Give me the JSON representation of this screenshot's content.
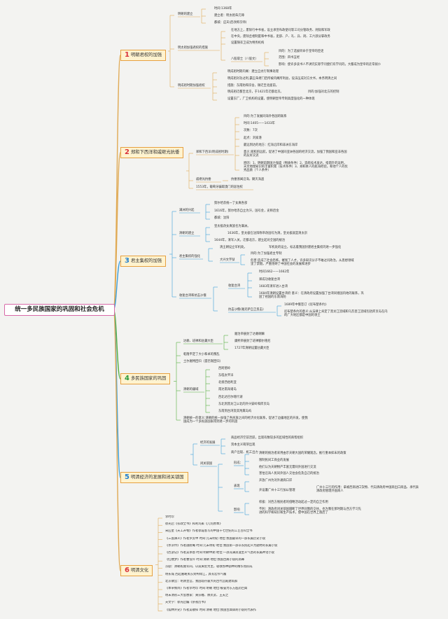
{
  "title": "统一多民族国家的巩固和社会危机",
  "colors": {
    "root_border": "#d86aa8",
    "topic_fill": "#fff3cf",
    "topic_border": "#e6a040"
  },
  "topics": [
    {
      "num": "1",
      "num_color": "#d8323c",
      "label": "明朝君权的加强",
      "line": "#e0aa55"
    },
    {
      "num": "2",
      "num_color": "#d8323c",
      "label": "郑和下西洋和戚继光抗倭",
      "line": "#e0aa55"
    },
    {
      "num": "3",
      "num_color": "#1f7fd1",
      "label": "君主集权的加强",
      "line": "#3d9fd8"
    },
    {
      "num": "4",
      "num_color": "#2a9a3c",
      "label": "多民族国家的巩固",
      "line": "#55b040"
    },
    {
      "num": "5",
      "num_color": "#1f7fd1",
      "label": "明清经济的发展和闭关锁国",
      "line": "#3d9fd8"
    },
    {
      "num": "6",
      "num_color": "#d8323c",
      "label": "明清文化",
      "line": "#e0aa55"
    }
  ],
  "t1": {
    "founding": "明朝的建立",
    "time": "时间:1368年",
    "founder": "建立者：明太祖朱元璋",
    "capital": "都城：应天(后改称京师)",
    "reform": "明太祖加强君权的措施",
    "reform_a": "在地方上，废除行中书省，设立承宣布政使司等三司分管政务、刑狱和军政",
    "reform_b": "在中央，废除丞相制度和中书省，吏部、户、礼、兵、刑、工六部分掌政务",
    "reform_c": "设置锦衣卫成为特务机构",
    "exam": "八股取士（八股文）",
    "exam_a": "目的：为了选拔听命于皇帝的臣吏",
    "exam_b": "范围：四书五经",
    "exam_c": "影响：使许多读书人不讲究实际学问使们有学问的，大都成为皇帝的走卒奴仆",
    "later": "明成祖时期加强君权",
    "later_a": "明成祖时期内阁：建立自太行制事处理",
    "later_b": "明成祖对功过利,霸王朱继门后所被内阁所利益，设法压成对方文书，本务明清之间",
    "later_c": "措施：东南防和宗舍，微迁至北面前。",
    "later_d": "明成祖迁都至北京，于1421年迁都北京。",
    "later_e": "目的:加强对北方的控制",
    "later_f": "设置东厂，厂卫机构的设置，使明朝皇帝专制高度强化的一种体现"
  },
  "t2": {
    "zheng": "郑和下西洋(明成祖时期)",
    "purpose": "目的:为了发展同海外各国的联系",
    "time": "时间:1405——1433年",
    "count": "次数：7次",
    "start": "起点：刘家港",
    "far": "最远到达的地方：红海沿岸和非洲东海岸",
    "meaning": "意义:郑和的远航，促进了中国同亚洲各国的经济交流，加强了我国和亚非各国的友好交流",
    "reason": "原因：1、明朝前期国力强盛（物质条件）2、造船技术发达，指南针的运用，天文地理知识的丰富积累（技术条件）3、郑和本人的航海经验，和他个人的优秀品质（个人条件）",
    "qi": "戚继光抗倭",
    "qi_a": "抗倭浙闽沿海，剿灭海盗",
    "macao": "1553年，葡萄牙骗取澳门的居住权"
  },
  "t3": {
    "manchu": "满洲的兴起",
    "man_a": "努尔哈赤统一了女真各部",
    "man_b": "1616年，努尔哈赤自立为汗，国号金，史称后金",
    "man_c": "都城：沈阳",
    "qing": "清朝的建立",
    "qing_a": "皇太极改女真族名为满洲。",
    "qing_b": "1636年，皇太极在沈阳称帝改国号为清，皇太极就是清太宗",
    "qing_c": "1644年，清军入关，迁都北京，建立起对全国的统治",
    "central": "君主集权的强化",
    "mil": "清王朝设立军机处。",
    "mil_a": "军机处的设立，标志着我国封建君主集权的进一步强化",
    "lit": "大兴文字狱",
    "lit_a": "目的:为了加强君主专制",
    "lit_b": "危害:造成了社会恐怖，摧残了人才，许多知识分子不敢过问政治，从思想领域里了禁锢，严重阻碍了中国社会的发展和进步",
    "defense": "收复台湾和抗击沙俄",
    "taiwan": "收复台湾",
    "tw_a": "时间1662——1662年",
    "tw_b": "郑成功收复台湾",
    "tw_c": "1683年清军进入台湾",
    "tw_d": "1684年清朝设置台湾府 意义：在清政府设置加强了台湾同祖国内地的联系，巩固了祖国的东南海防",
    "russia": "抗击沙俄(雅克萨自卫反击)",
    "ru_a": "1689年中俄签订《尼布楚条约》",
    "ru_b": "尼布楚条约的意义:从法律上肯定了黑龙江流域和乌苏里江流域包括库页岛在内的广大地区都是中国的领土"
  },
  "t4": {
    "tibet": "达赖、班禅和驻藏大臣",
    "tb_a": "顺治帝册封了达赖喇嘛",
    "tb_b": "康熙帝册封了班禅额尔德尼",
    "tb_c": "1727年清朝设置驻藏大臣",
    "south": "乾隆平定了大小和卓的叛乱",
    "tusi": "土尔扈特回归（渥巴锡回归）",
    "border": "清朝的疆域",
    "bd_a": "西跨葱岭",
    "bd_b": "东临太平洋",
    "bd_c": "北接西伯利亚",
    "bd_d": "南达南海诸岛",
    "bd_e": "西北达巴尔喀什湖",
    "bd_f": "东北到黑龙江以北的外兴安岭和库页岛",
    "bd_g": "东南到台湾及其附属岛屿",
    "sum": "清朝统一的意义:清朝的统一加强了各民族之间的经济文化联系，促进了边疆地区的开发，使我国成为一个多民族国家得到进一步的巩固"
  },
  "t5": {
    "econ": "经济的发展",
    "ec_a": "商品经济空前活跃，出现有数较多的区域性的商帮组织",
    "ec_b": "资本主义萌芽出现",
    "ec_c": "商户出现、机工出力",
    "closed": "闭关锁国",
    "per": "形成：",
    "per_a": "清朝的统治者采用由示天朝大国的荣耀观念，推行重本抑末的政策",
    "per_b": "限制民间工商业的发展",
    "per_c": "他们认为天朝物产丰富无需同外国进行交流",
    "per_d": "害怕沿海人民同外国人交往会危及自己的统治",
    "show": "表现",
    "sh_a": "开放广州为对外通商口岸",
    "sh_b": "开设暑广州十三行加以管理",
    "sh_c": "广州十三行的作用：拿被西商进口货物、代向清政府中国商出口商品、承代表清政府管理外国商人",
    "impact": "影响",
    "im_a": "积极：对西方殖民者的侵略活动起过一定的自卫作用",
    "im_b": "不利：清政府闭关锁国隔断了世界同我的交往，也为我在那时期与西方学习先进的科学和知识和生产技术，使中国在世界上落后了"
  },
  "t6": {
    "items": [
      "李时珍",
      "徐光启《农政全书》和利玛窦《几何原本》",
      "宋应星《天工开物》作者徐霞客写的中国十七世纪的工艺百科全书",
      "《三国演义》作者罗贯中 时间:元末明初 地位:我国最早的一部长篇历史小说",
      "《水浒传》作者施耐庵 时间:元末明初 地位:我国第一部以农民起义为题材的长篇小说",
      "《西游记》作者吴承恩 时间:明朝中期 地位:一部充满浪漫主义气息的长篇神话小说",
      "《红楼梦》作者曹雪芹 时间:清朝 地位:我国古典小说的高峰",
      "京剧：清朝乾隆年间，以皮黄腔为主，吸收各种剧种的精华而形成",
      "明长城 西起嘉峪关东到鸭绿江，具有宏伟气魄",
      "北京故宫：明清皇宫，我国现存最大的古代宫殿建筑群",
      "《本草纲目》作者李时珍 时间:明朝 地位:被誉为东方医药巨典",
      "明末清初三大思想家：黄宗羲、顾炎武、王夫之",
      "天文学：徐光启编《崇祯历书》",
      "《儒林外史》作者吴敬梓 时间:清朝 地位:我国古典讽刺小说的代表作"
    ]
  }
}
